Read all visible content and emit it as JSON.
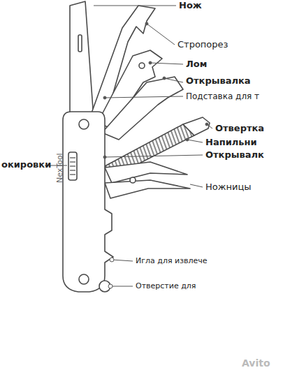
{
  "diagram": {
    "labels": [
      "Нож",
      "Стропорез",
      "Лом",
      "Открывалка",
      "Подставка для т",
      "Отвертка",
      "Напильни",
      "Открывалк",
      "Ножницы",
      "Игла для извлече",
      "Отверстие для",
      "окировки",
      "NexTool",
      "Avito"
    ]
  }
}
